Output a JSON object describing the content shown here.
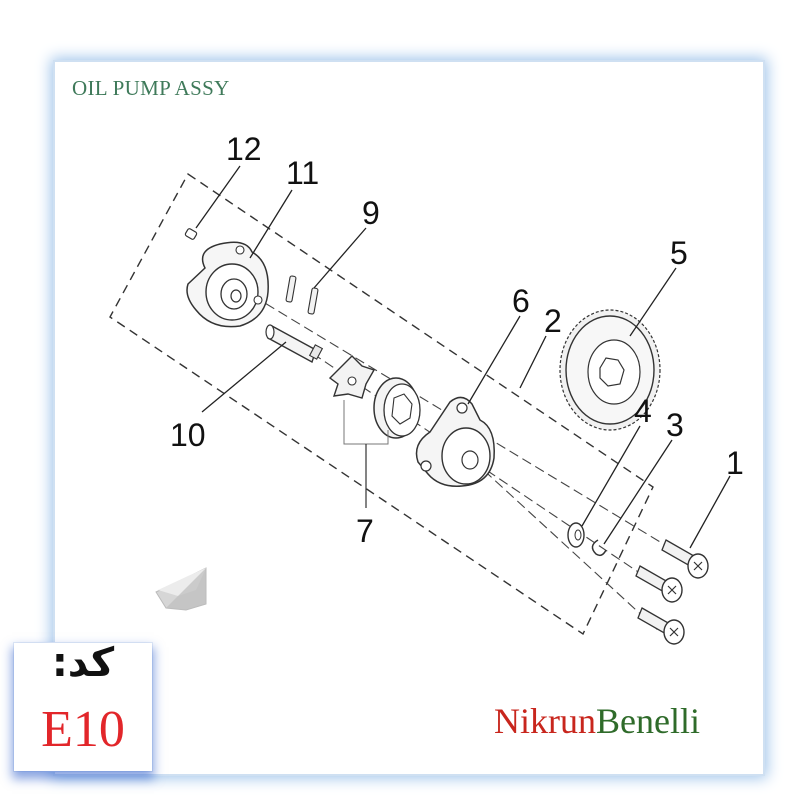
{
  "title": "OIL PUMP ASSY",
  "callouts": [
    "1",
    "2",
    "3",
    "4",
    "5",
    "6",
    "7",
    "9",
    "10",
    "11",
    "12"
  ],
  "code": {
    "label": "کد:",
    "value": "E10"
  },
  "brand": {
    "part1": "Nikrun",
    "part2": "Benelli"
  },
  "colors": {
    "title": "#3f7a5a",
    "code_value": "#e2262a",
    "brand_part1": "#c8261d",
    "brand_part2": "#2f6b2a",
    "frame_glow": "#9ec3ea"
  },
  "icons": [
    "nav-arrow-icon"
  ]
}
